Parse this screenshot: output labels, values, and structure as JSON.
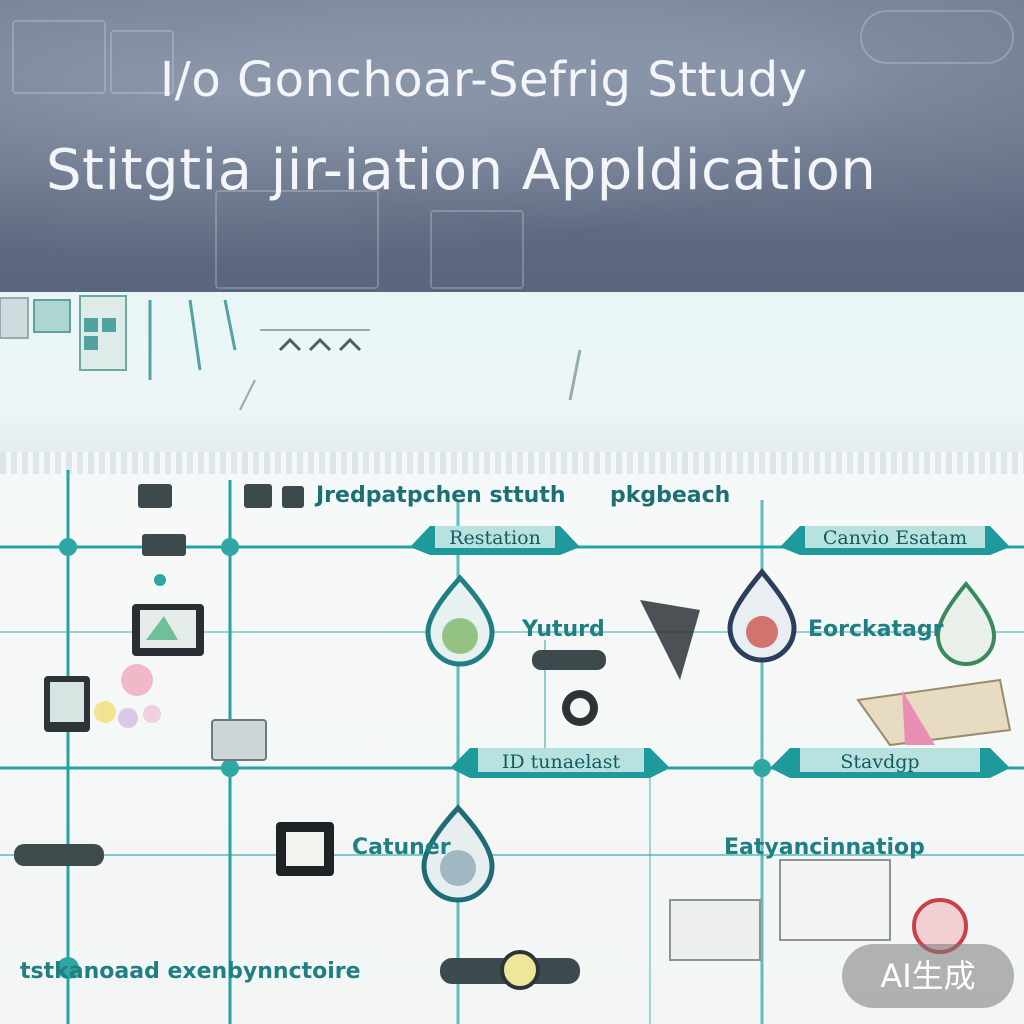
{
  "header": {
    "title_line1": "I/o Gonchoar-Sefrig Sttudy",
    "title_line2": "Stitgtia jir-iation Appldication"
  },
  "diagram": {
    "top_label_1": "Jredpatpchen sttuth",
    "top_label_2": "pkgbeach",
    "badges": {
      "restation": "Restation",
      "canvio": "Canvio Esatam",
      "tunaelast": "ID tunaelast",
      "stavdgp": "Stavdgp"
    },
    "labels": {
      "yuturd": "Yuturd",
      "eorckatagr": "Eorckatagr",
      "catuner": "Catuner",
      "eatyanc": "Eatyancinnatiop",
      "bottom": "tstkanoaad exenbynnctoire"
    }
  },
  "watermark": {
    "text": "AI生成"
  },
  "colors": {
    "teal": "#1f9a9c",
    "teal_dark": "#1a7f82",
    "banner": "#5f6b82"
  }
}
